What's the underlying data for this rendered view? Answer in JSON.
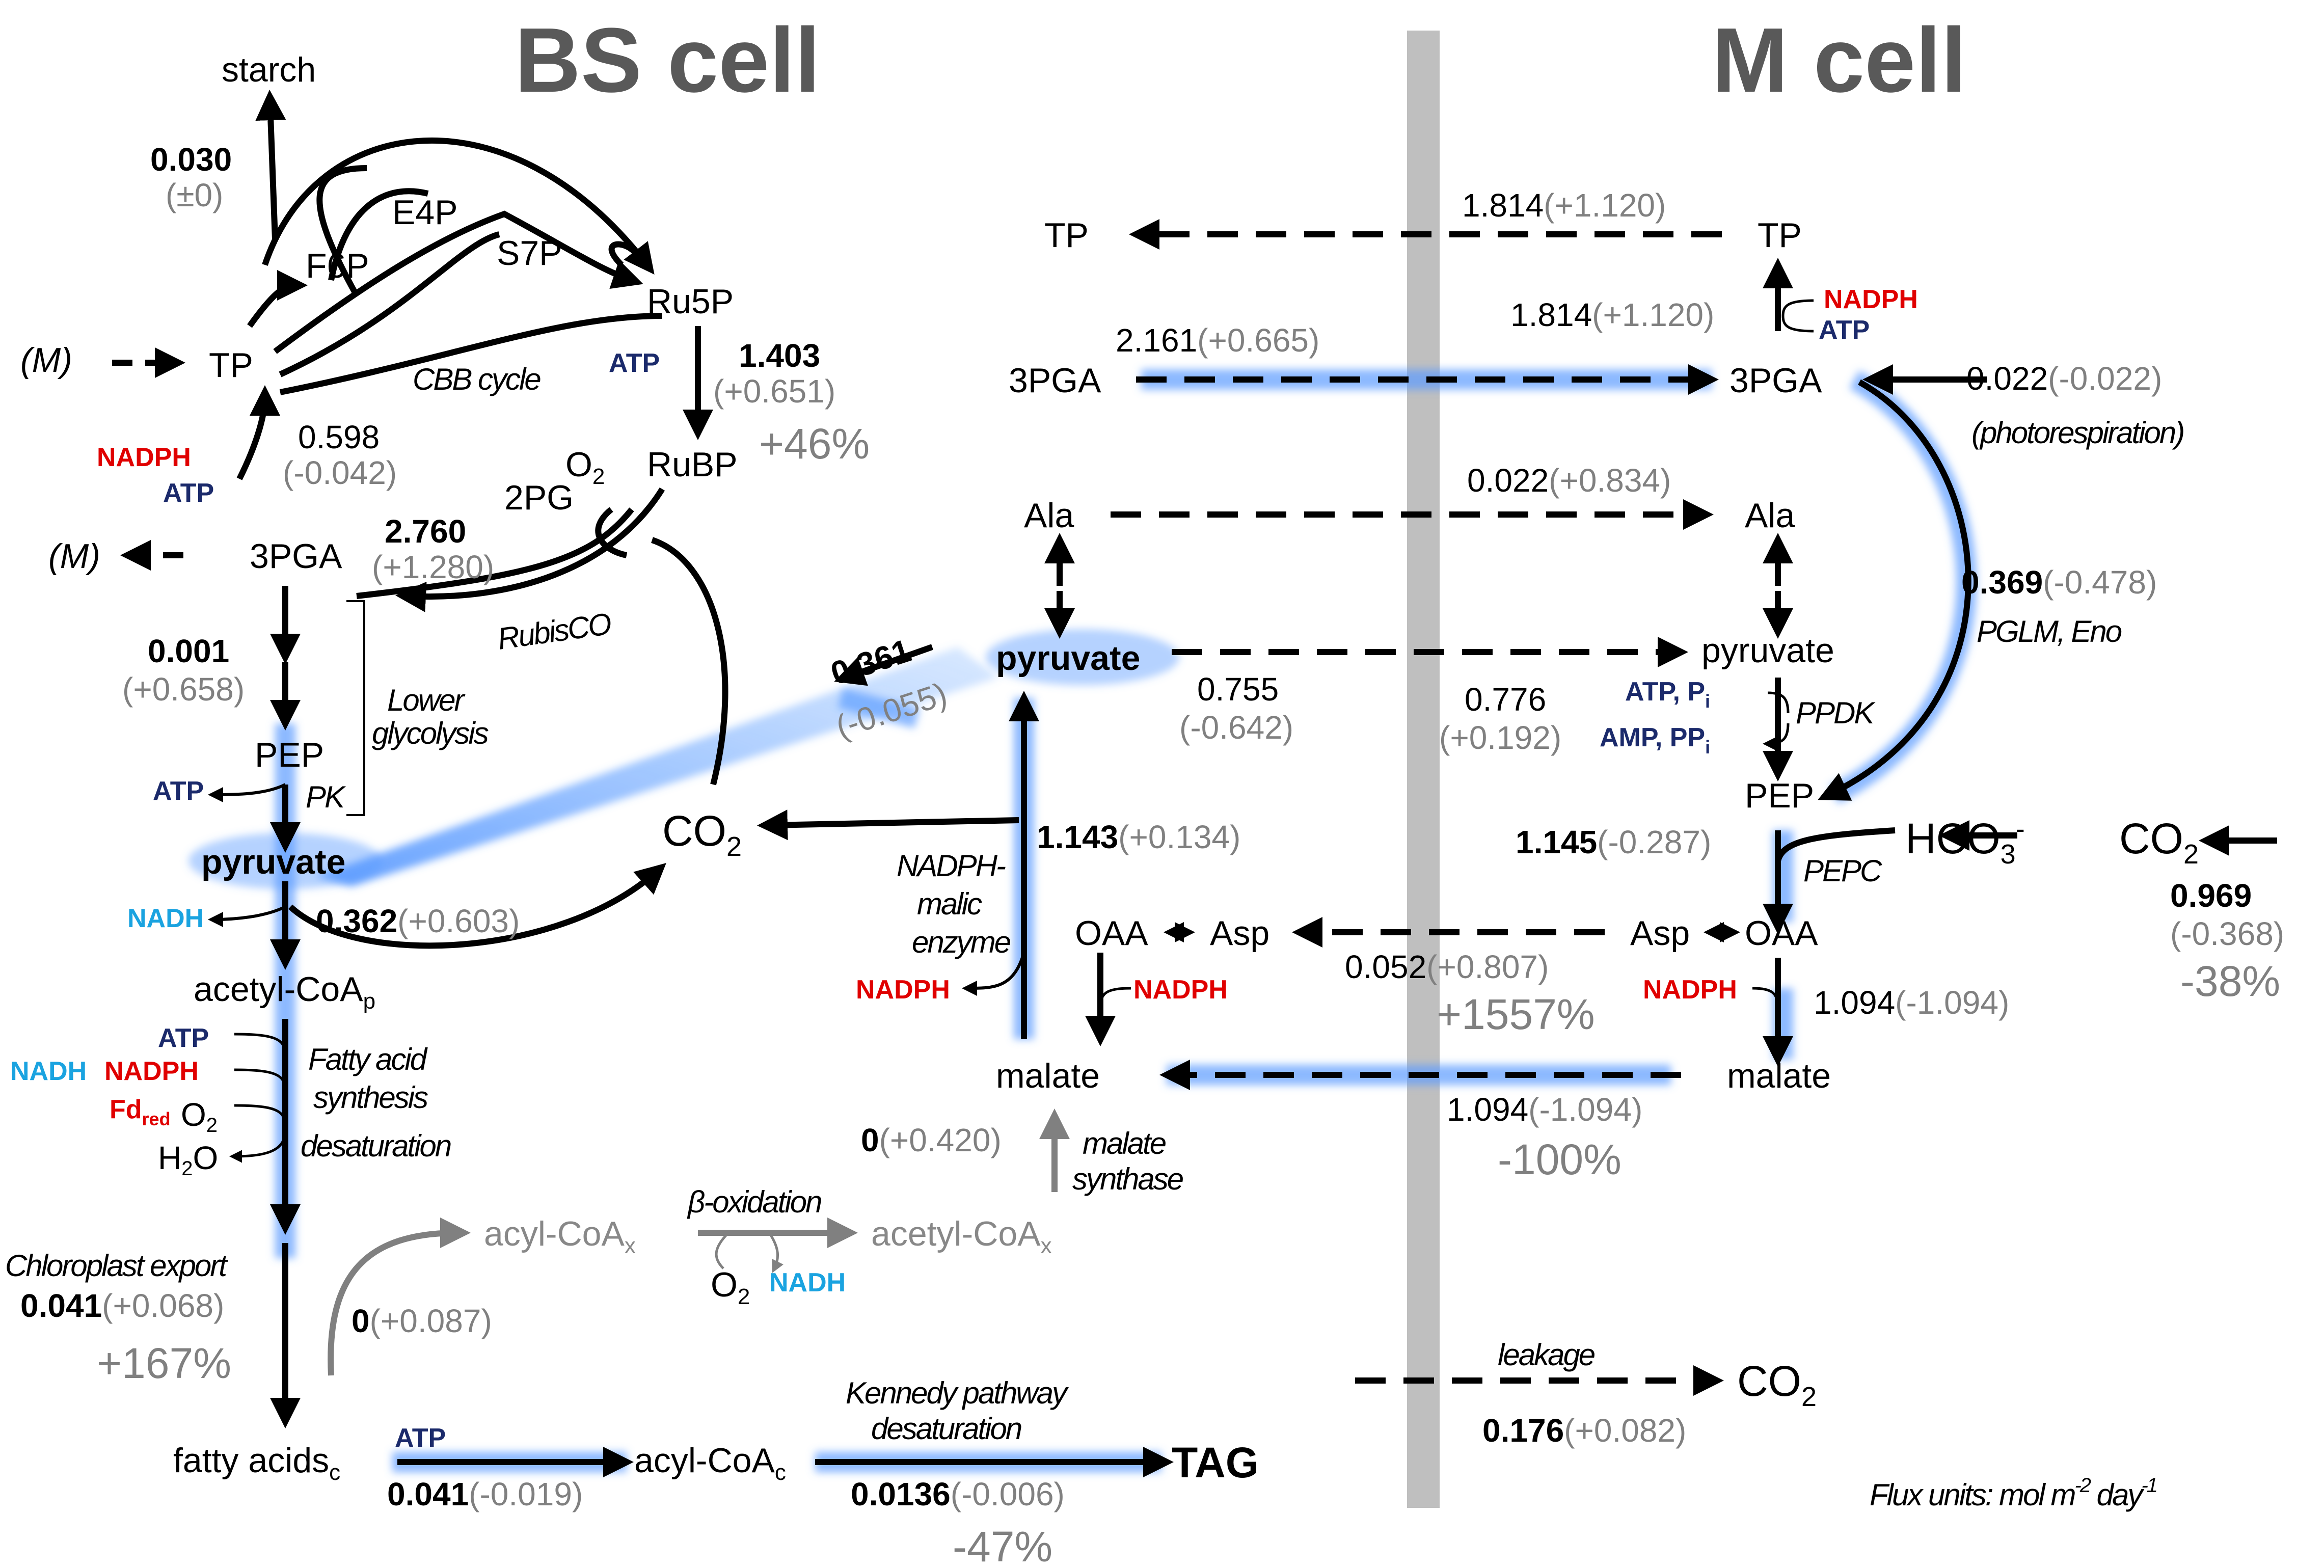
{
  "titles": {
    "bs": "BS cell",
    "m": "M cell"
  },
  "metabolites": {
    "starch": "starch",
    "f6p": "F6P",
    "e4p": "E4P",
    "s7p": "S7P",
    "ru5p": "Ru5P",
    "tp_bs": "TP",
    "m_in": "(M)",
    "m_out": "(M)",
    "cbb": "CBB cycle",
    "rubp": "RuBP",
    "o2": "O",
    "pg2": "2PG",
    "pga_bs": "3PGA",
    "rubisco": "RubisCO",
    "lower_glyc_1": "Lower",
    "lower_glyc_2": "glycolysis",
    "pep_bs": "PEP",
    "pk": "PK",
    "pyr_bs": "pyruvate",
    "co2_bs": "CO",
    "acetyl_coa_p": "acetyl-CoA",
    "acetyl_coa_p_sub": "p",
    "fas_1": "Fatty acid",
    "fas_2": "synthesis",
    "fas_3": "desaturation",
    "h2o": "H",
    "h2o_o": "O",
    "fd": "Fd",
    "fd_sub": "red",
    "o2_fd": "O",
    "chloro_export": "Chloroplast export",
    "fatty_acids": "fatty acids",
    "fatty_acids_sub": "c",
    "acyl_coa_x": "acyl-CoA",
    "acyl_coa_x_sub": "x",
    "beta_ox": "β-oxidation",
    "acetyl_coa_x": "acetyl-CoA",
    "acetyl_coa_x_sub": "x",
    "o2_beta": "O",
    "malate_synthase_1": "malate",
    "malate_synthase_2": "synthase",
    "acyl_coa_c": "acyl-CoA",
    "acyl_coa_c_sub": "c",
    "kennedy_1": "Kennedy pathway",
    "kennedy_2": "desaturation",
    "tag": "TAG",
    "pyr_mid": "pyruvate",
    "nadp_me_1": "NADPH-",
    "nadp_me_2": "malic",
    "nadp_me_3": "enzyme",
    "oaa_mid": "OAA",
    "asp_mid": "Asp",
    "malate_mid": "malate",
    "tp_m_left": "TP",
    "tp_m": "TP",
    "pga_m_left": "3PGA",
    "pga_m": "3PGA",
    "ala_left": "Ala",
    "ala_right": "Ala",
    "pyr_m": "pyruvate",
    "ppdk": "PPDK",
    "pep_m": "PEP",
    "hco3": "HCO",
    "co2_m": "CO",
    "pepc": "PEPC",
    "asp_m": "Asp",
    "oaa_m": "OAA",
    "malate_m": "malate",
    "photoresp": "(photorespiration)",
    "pglm": "PGLM, Eno",
    "leakage": "leakage",
    "co2_leak": "CO",
    "units": "Flux units: mol m",
    "units_mid": " day",
    "units_exp1": "-2",
    "units_exp2": "-1"
  },
  "cofactors": {
    "atp": "ATP",
    "nadph": "NADPH",
    "nadh": "NADH",
    "atp_pi": "ATP, P",
    "amp_ppi": "AMP, PP",
    "i": "i"
  },
  "fluxes": {
    "starch": {
      "v": "0.030",
      "d": "(±0)"
    },
    "ru5p_rubp": {
      "v": "1.403",
      "d": "(+0.651)",
      "p": "+46%"
    },
    "pga_tp": {
      "v": "0.598",
      "d": "(-0.042)"
    },
    "rubisco": {
      "v": "2.760",
      "d": "(+1.280)"
    },
    "glyc": {
      "v": "0.001",
      "d": "(+0.658)"
    },
    "pdh": {
      "v": "0.362",
      "d": "(+0.603)"
    },
    "export": {
      "v": "0.041",
      "d": "(+0.068)",
      "p": "+167%"
    },
    "acyl_recycle": {
      "v": "0",
      "d": "(+0.087)"
    },
    "acs": {
      "v": "0.041",
      "d": "(-0.019)"
    },
    "tag": {
      "v": "0.0136",
      "d": "(-0.006)",
      "p": "-47%"
    },
    "pyr_to_bs": {
      "v": "0.361",
      "d": "(-0.055)"
    },
    "me": {
      "v": "1.143",
      "d": "(+0.134)"
    },
    "ms": {
      "v": "0",
      "d": "(+0.420)"
    },
    "tp_ex": {
      "v": "1.814",
      "d": "(+1.120)"
    },
    "tp_m": {
      "v": "1.814",
      "d": "(+1.120)"
    },
    "pga_ex": {
      "v": "2.161",
      "d": "(+0.665)"
    },
    "photoresp": {
      "v": "0.022",
      "d": "(-0.022)"
    },
    "ala": {
      "v": "0.022",
      "d": "(+0.834)"
    },
    "pglm": {
      "v": "0.369",
      "d": "(-0.478)"
    },
    "pyr_ex": {
      "v": "0.755",
      "d": "(-0.642)"
    },
    "ppdk": {
      "v": "0.776",
      "d": "(+0.192)"
    },
    "pepc": {
      "v": "1.145",
      "d": "(-0.287)"
    },
    "co2_in": {
      "v": "0.969",
      "d": "(-0.368)",
      "p": "-38%"
    },
    "asp": {
      "v": "0.052",
      "d": "(+0.807)",
      "p": "+1557%"
    },
    "mdh": {
      "v": "1.094",
      "d": "(-1.094)"
    },
    "mal_ex": {
      "v": "1.094",
      "d": "(-1.094)",
      "p": "-100%"
    },
    "leak": {
      "v": "0.176",
      "d": "(+0.082)"
    }
  }
}
